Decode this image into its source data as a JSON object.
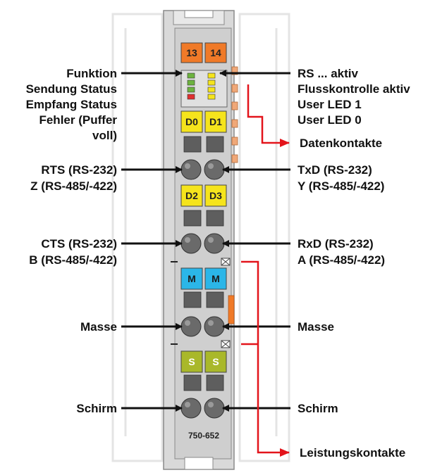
{
  "colors": {
    "housing": "#d9d9d9",
    "housing_outline": "#8a8a8a",
    "module_body": "#cfcfcf",
    "orange_tag": "#f07a28",
    "yellow_tag": "#f5e41c",
    "cyan_tag": "#2bb6e8",
    "olive_tag": "#a9b82a",
    "dark_block": "#5e5e5e",
    "arrow_black": "#111111",
    "arrow_red": "#e3141b",
    "contact_pad": "#f0a878"
  },
  "module": {
    "model": "750-652",
    "tags": {
      "top_left": "13",
      "top_right": "14",
      "d0": "D0",
      "d1": "D1",
      "d2": "D2",
      "d3": "D3",
      "m_left": "M",
      "m_right": "M",
      "s_left": "S",
      "s_right": "S"
    }
  },
  "labels": {
    "left": {
      "funktion": "Funktion",
      "sendung": "Sendung Status",
      "empfang": "Empfang Status",
      "fehler": "Fehler (Puffer",
      "voll": "voll)",
      "rts": "RTS (RS-232)",
      "z": "Z (RS-485/-422)",
      "cts": "CTS (RS-232)",
      "b": "B (RS-485/-422)",
      "masse": "Masse",
      "schirm": "Schirm"
    },
    "right": {
      "rs_aktiv": "RS ... aktiv",
      "fluss": "Flusskontrolle aktiv",
      "user1": "User LED 1",
      "user0": "User LED 0",
      "daten": "Datenkontakte",
      "txd": "TxD (RS-232)",
      "y": "Y (RS-485/-422)",
      "rxd": "RxD (RS-232)",
      "a": "A (RS-485/-422)",
      "masse": "Masse",
      "schirm": "Schirm",
      "leistung": "Leistungskontakte"
    }
  }
}
